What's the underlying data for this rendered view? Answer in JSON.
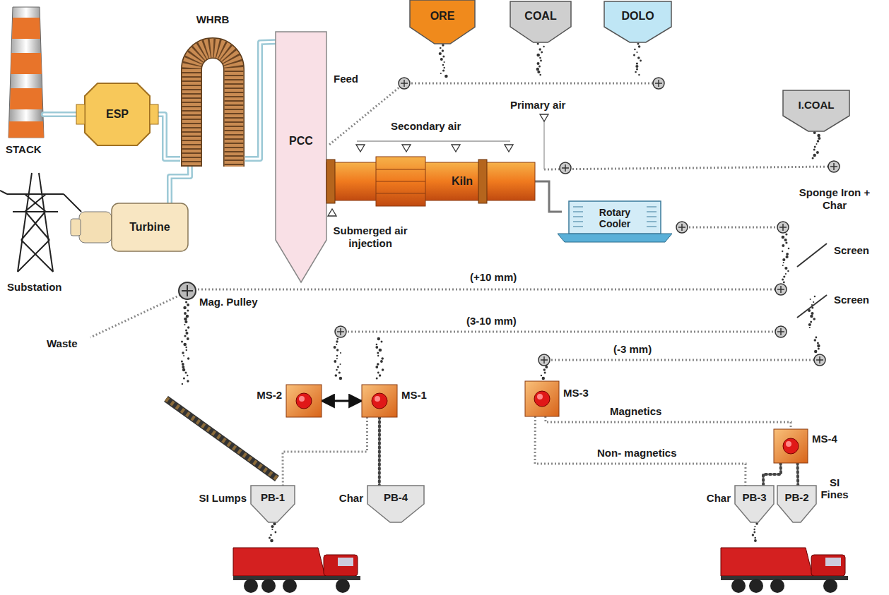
{
  "diagram": {
    "nodes": [
      {
        "text": [
          "ORE"
        ]
      },
      {
        "text": [
          "COAL"
        ]
      },
      {
        "text": [
          "DOLO"
        ]
      },
      {
        "text": [
          "ESP"
        ]
      },
      {
        "text": [
          "WHRB"
        ]
      },
      {
        "text": [
          "PCC"
        ]
      },
      {
        "text": [
          "Kiln"
        ]
      },
      {
        "text": [
          "I.COAL"
        ]
      },
      {
        "text": [
          "Turbine"
        ]
      },
      {
        "text": [
          "Rotary Cooler"
        ]
      },
      {
        "text": [
          "MS-2"
        ]
      },
      {
        "text": [
          "MS-1"
        ]
      },
      {
        "text": [
          "MS-3"
        ]
      },
      {
        "text": [
          "MS-4"
        ]
      },
      {
        "text": [
          "SI Lumps",
          "PB-1"
        ]
      },
      {
        "text": [
          "Char",
          "PB-4"
        ]
      },
      {
        "text": [
          "Char",
          "PB-3"
        ]
      },
      {
        "text": [
          "PB-2",
          "SI Fines"
        ]
      }
    ],
    "edges": [
      {
        "from": 3,
        "to": 4,
        "arrow": "none"
      },
      {
        "from": 4,
        "to": 5,
        "arrow": "none"
      },
      {
        "from": 4,
        "to": 8,
        "arrow": "none"
      },
      {
        "from": 6,
        "to": 9,
        "arrow": "none"
      },
      {
        "from": 10,
        "to": 11,
        "arrow": "both"
      },
      {
        "from": 12,
        "to": 13,
        "label": "Magnetics",
        "arrow": "none"
      },
      {
        "from": 12,
        "to": 16,
        "label": "Non- magnetics",
        "arrow": "none"
      },
      {
        "from": 13,
        "to": 16,
        "arrow": "none"
      },
      {
        "from": 13,
        "to": 17,
        "arrow": "none"
      },
      {
        "from": 11,
        "to": 15,
        "arrow": "none"
      },
      {
        "from": 11,
        "to": 14,
        "arrow": "none"
      }
    ],
    "labels": [
      "STACK",
      "Substation",
      "Feed",
      "Secondary air",
      "Primary air",
      "Submerged air injection",
      "Sponge Iron + Char",
      "Screen",
      "Screen",
      "(+10 mm)",
      "Mag. Pulley",
      "Waste",
      "(3-10 mm)",
      "(-3 mm)"
    ]
  }
}
